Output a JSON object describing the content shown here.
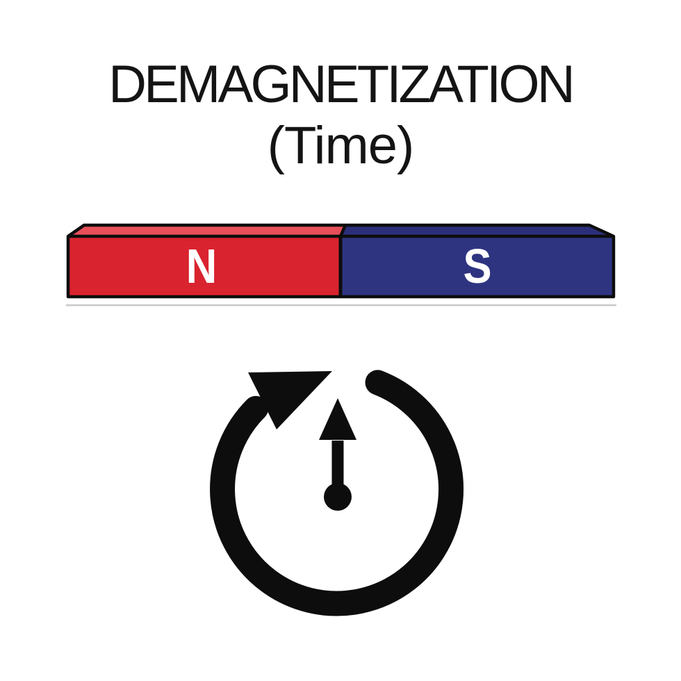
{
  "title": {
    "line1": "DEMAGNETIZATION",
    "line2": "(Time)",
    "text_color": "#141414"
  },
  "magnet": {
    "north_label": "N",
    "south_label": "S",
    "colors": {
      "north_front": "#d9232f",
      "north_top": "#e84f59",
      "south_front": "#2e3480",
      "south_top": "#2b2f7a",
      "outline": "#0d0d0d",
      "label": "#ffffff",
      "ground_shadow": "#c8c8c8"
    }
  },
  "icon": {
    "semantic": "clock-with-clockwise-rotation-arrow",
    "meaning": "Time",
    "color": "#0d0d0d"
  },
  "background_color": "#ffffff"
}
